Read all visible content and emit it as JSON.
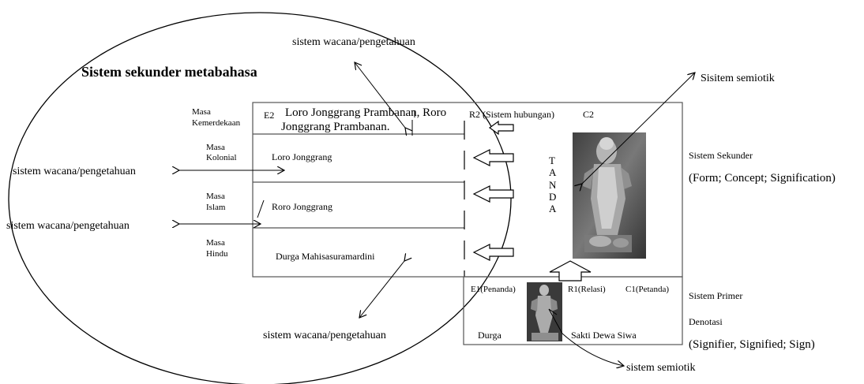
{
  "title": "Sistem sekunder metabahasa",
  "discourse_label": "sistem wacana/pengetahuan",
  "semiotic_top": "Sisitem semiotik",
  "semiotic_bottom": "sistem semiotik",
  "eras": [
    {
      "line1": "Masa",
      "line2": "Kemerdekaan",
      "name_line1": "Loro Jonggrang Prambanan, Roro",
      "name_line2": "Jonggrang Prambanan."
    },
    {
      "line1": "Masa",
      "line2": "Kolonial",
      "name": "Loro Jonggrang"
    },
    {
      "line1": "Masa",
      "line2": "Islam",
      "name": "Roro Jonggrang"
    },
    {
      "line1": "Masa",
      "line2": "Hindu",
      "name": "Durga Mahisasuramardini"
    }
  ],
  "e2": "E2",
  "r2": "R2 (Sistem hubungan)",
  "c2": "C2",
  "tanda": [
    "T",
    "A",
    "N",
    "D",
    "A"
  ],
  "sistem_sekunder": "Sistem Sekunder",
  "form_concept": "(Form; Concept; Signification)",
  "e1": "E1(Penanda)",
  "r1": "R1(Relasi)",
  "c1": "C1(Petanda)",
  "durga": "Durga",
  "sakti": "Sakti Dewa Siwa",
  "sistem_primer": "Sistem Primer",
  "denotasi": "Denotasi",
  "signifier": "(Signifier, Signified; Sign)",
  "statue_large_icon": "durga-statue-photo",
  "statue_small_icon": "durga-statue-small-photo"
}
